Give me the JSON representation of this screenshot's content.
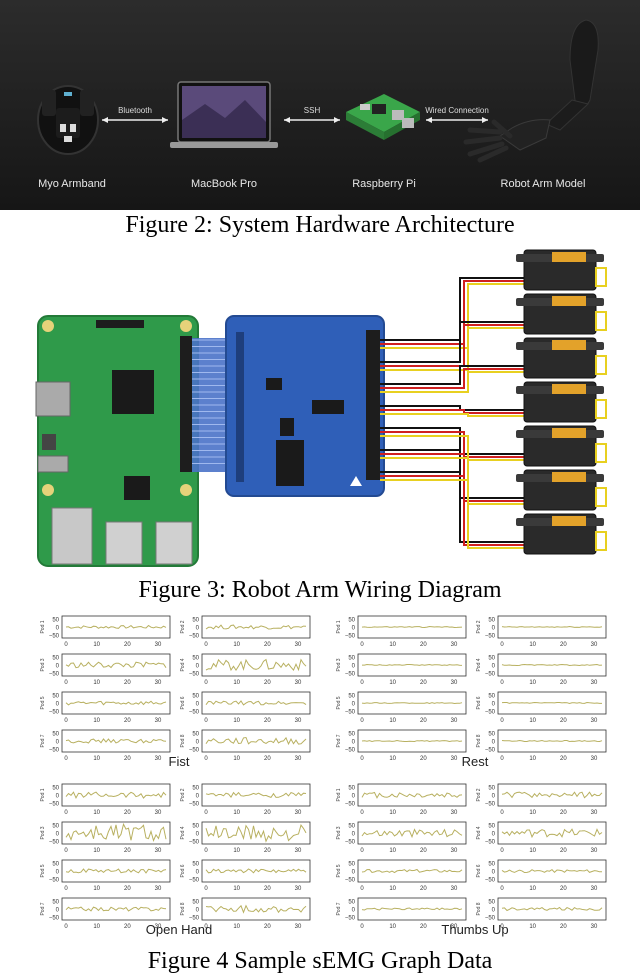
{
  "figure2": {
    "devices": [
      {
        "key": "myo",
        "label": "Myo Armband"
      },
      {
        "key": "macbook",
        "label": "MacBook Pro"
      },
      {
        "key": "pi",
        "label": "Raspberry Pi"
      },
      {
        "key": "arm",
        "label": "Robot Arm Model"
      }
    ],
    "connections": [
      "Bluetooth",
      "SSH",
      "Wired Connection"
    ],
    "caption": "Figure 2: System Hardware Architecture"
  },
  "figure3": {
    "caption": "Figure 3: Robot Arm Wiring Diagram",
    "servo_count": 7
  },
  "figure4": {
    "caption": "Figure 4 Sample sEMG Graph Data",
    "y_ticks": [
      "50",
      "0",
      "−50"
    ],
    "x_ticks": [
      "0",
      "10",
      "20",
      "30"
    ],
    "line_color": "#b8b060",
    "panels": [
      {
        "label": "Fist",
        "amplitude": [
          0.15,
          0.2,
          0.3,
          0.55,
          0.2,
          0.2,
          0.2,
          0.35
        ]
      },
      {
        "label": "Rest",
        "amplitude": [
          0.05,
          0.05,
          0.05,
          0.05,
          0.05,
          0.05,
          0.05,
          0.05
        ]
      },
      {
        "label": "Open Hand",
        "amplitude": [
          0.3,
          0.25,
          0.9,
          0.85,
          0.2,
          0.2,
          0.2,
          0.35
        ]
      },
      {
        "label": "Thumbs Up",
        "amplitude": [
          0.3,
          0.3,
          0.4,
          0.4,
          0.15,
          0.15,
          0.1,
          0.15
        ]
      }
    ],
    "pod_labels": [
      "Pod 1",
      "Pod 2",
      "Pod 3",
      "Pod 4",
      "Pod 5",
      "Pod 6",
      "Pod 7",
      "Pod 8"
    ]
  }
}
